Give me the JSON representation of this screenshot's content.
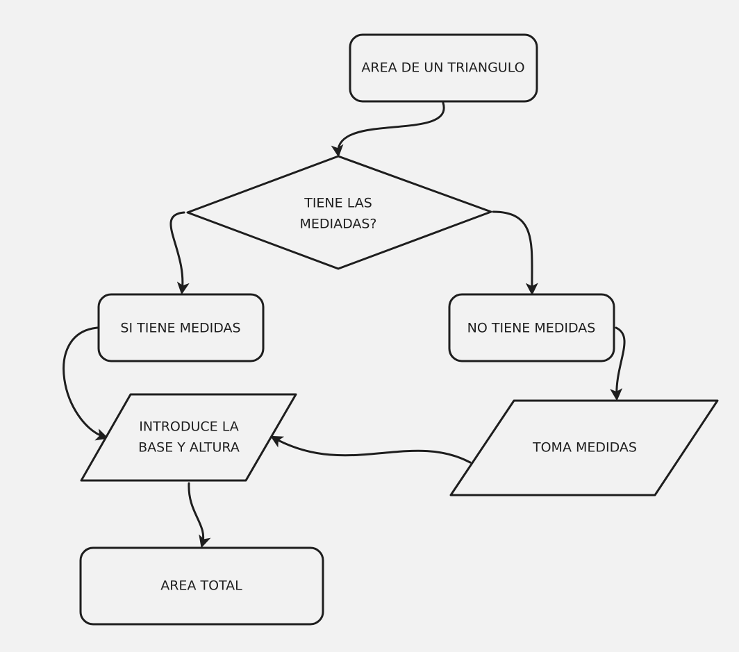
{
  "diagram": {
    "nodes": {
      "start": {
        "label": "AREA DE UN TRIANGULO"
      },
      "decision": {
        "label_line1": "TIENE LAS",
        "label_line2": "MEDIADAS?"
      },
      "yes": {
        "label": "SI TIENE MEDIDAS"
      },
      "no": {
        "label": "NO TIENE MEDIDAS"
      },
      "input": {
        "label_line1": "INTRODUCE LA",
        "label_line2": "BASE Y ALTURA"
      },
      "measure": {
        "label": "TOMA MEDIDAS"
      },
      "result": {
        "label": "AREA TOTAL"
      }
    },
    "colors": {
      "background": "#f2f2f2",
      "stroke": "#1e1e1e",
      "text": "#1e1e1e"
    }
  }
}
